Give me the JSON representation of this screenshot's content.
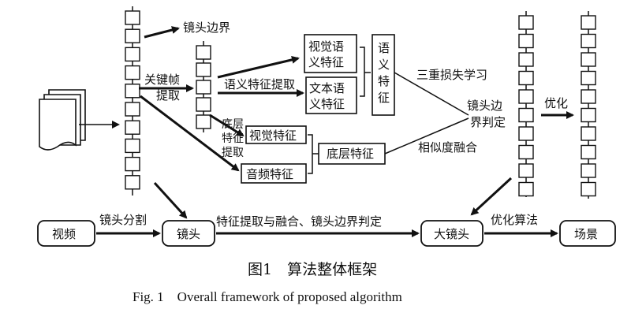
{
  "labels": {
    "shot_boundary": "镜头边界",
    "keyframe_extract_1": "关键帧",
    "keyframe_extract_2": "提取",
    "semantic_extract": "语义特征提取",
    "visual_sem_1": "视觉语",
    "visual_sem_2": "义特征",
    "text_sem_1": "文本语",
    "text_sem_2": "义特征",
    "semantic_1": "语",
    "semantic_2": "义",
    "semantic_3": "特",
    "semantic_4": "征",
    "triple_loss": "三重损失学习",
    "boundary_judge_1": "镜头边",
    "boundary_judge_2": "界判定",
    "optimize": "优化",
    "low_extract_1": "底层",
    "low_extract_2": "特征",
    "low_extract_3": "提取",
    "visual_feat": "视觉特征",
    "audio_feat": "音频特征",
    "low_feat": "底层特征",
    "similarity_fusion": "相似度融合"
  },
  "pipeline": {
    "video": "视频",
    "shot_seg": "镜头分割",
    "shot": "镜头",
    "feat_fusion": "特征提取与融合、镜头边界判定",
    "big_shot": "大镜头",
    "opt_algo": "优化算法",
    "scene": "场景"
  },
  "caption": {
    "zh": "图1　算法整体框架",
    "en": "Fig. 1　Overall framework of proposed algorithm"
  }
}
